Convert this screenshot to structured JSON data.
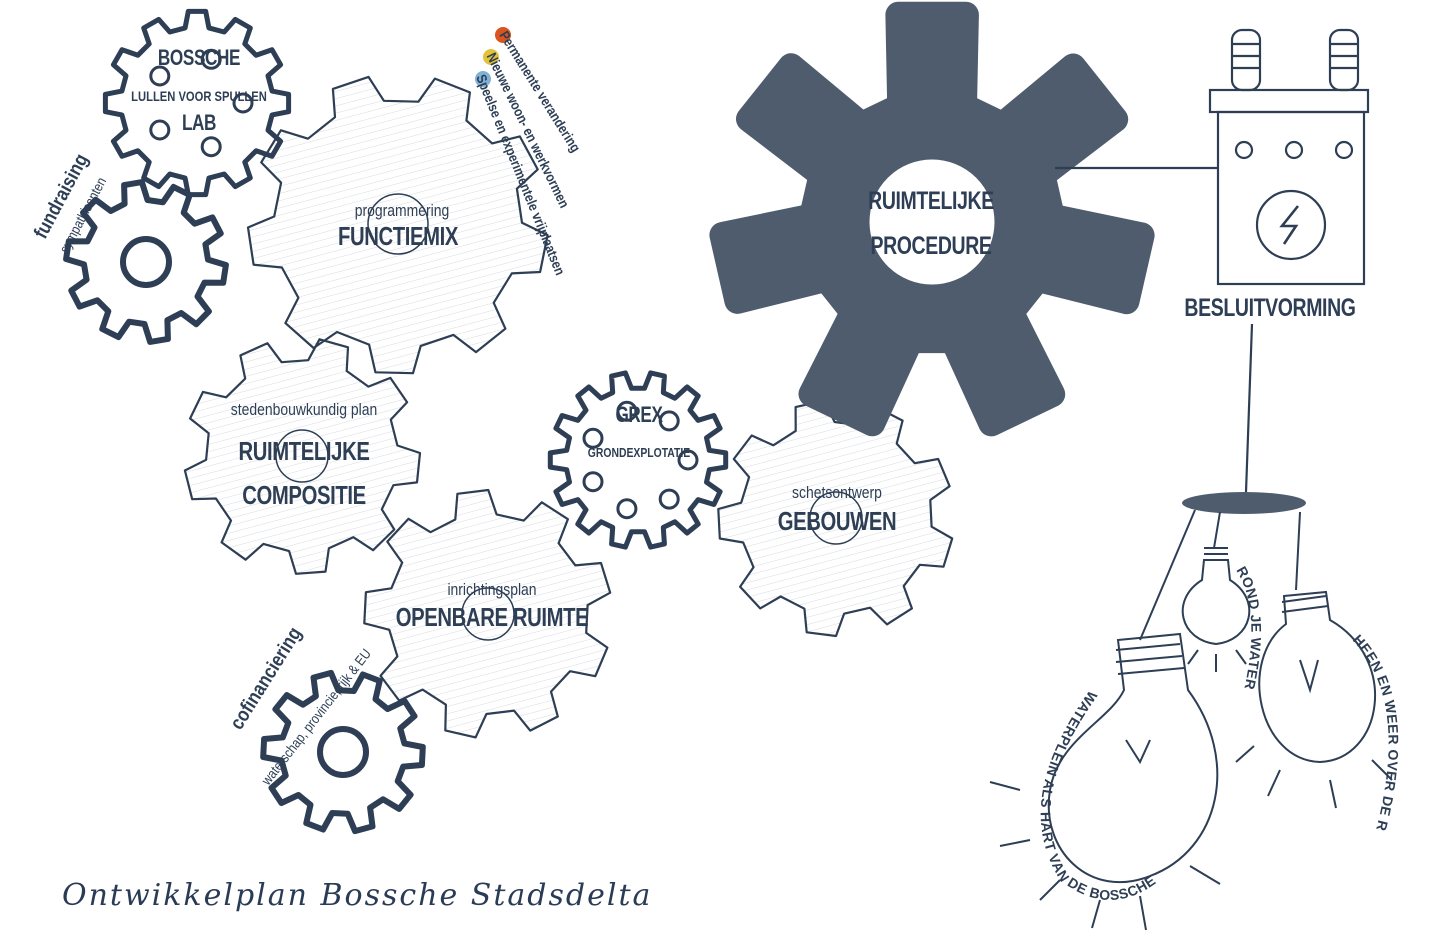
{
  "gears": {
    "bossche_lab": {
      "line1": "BOSSCHE",
      "line2": "LULLEN VOOR SPULLEN",
      "line3": "LAB"
    },
    "functiemix": {
      "sub": "programmering",
      "title": "FUNCTIEMIX"
    },
    "ruimtelijke_compositie": {
      "sub": "stedenbouwkundig plan",
      "title1": "RUIMTELIJKE",
      "title2": "COMPOSITIE"
    },
    "openbare_ruimte": {
      "sub": "inrichtingsplan",
      "title": "OPENBARE RUIMTE"
    },
    "grex": {
      "title": "GREX",
      "sub": "GRONDEXPLOTATIE"
    },
    "gebouwen": {
      "sub": "schetsontwerp",
      "title": "GEBOUWEN"
    },
    "ruimtelijke_procedure": {
      "line1": "RUIMTELIJKE",
      "line2": "PROCEDURE"
    }
  },
  "fundraising": {
    "title": "fundraising",
    "sub": "sympathisanten"
  },
  "cofinanciering": {
    "title": "cofinanciering",
    "sub": "waterschap, provincie, rijk & EU"
  },
  "legend": {
    "items": [
      {
        "label": "Permanente verandering",
        "color": "#d9541e"
      },
      {
        "label": "Nieuwe woon- en werkvormen",
        "color": "#e2c23a"
      },
      {
        "label": "Speelse en experimentele vrijplaatsen",
        "color": "#7fb2d6"
      }
    ]
  },
  "besluitvorming": {
    "label": "BESLUITVORMING"
  },
  "bulbs": {
    "small": "ROND JE WATERPLEIN",
    "right": "HEEN EN WEER OVER DE RODE LOPER",
    "left": "WATERPLEIN ALS HART VAN DE BOSSCHE STADSDELTA"
  },
  "footer": {
    "title": "Ontwikkelplan Bossche Stadsdelta"
  },
  "colors": {
    "ink": "#2d3e55",
    "gear_fill": "#4e5c6e",
    "background": "#ffffff"
  }
}
